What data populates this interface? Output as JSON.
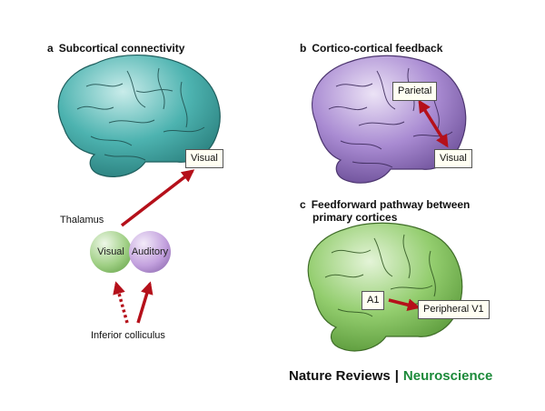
{
  "panels": {
    "a": {
      "letter": "a",
      "title": "Subcortical connectivity"
    },
    "b": {
      "letter": "b",
      "title": "Cortico-cortical feedback"
    },
    "c": {
      "letter": "c",
      "title_line1": "Feedforward pathway between",
      "title_line2": "primary cortices"
    }
  },
  "labels": {
    "visual_a": "Visual",
    "thalamus": "Thalamus",
    "thal_visual": "Visual",
    "thal_auditory": "Auditory",
    "inferior_colliculus": "Inferior colliculus",
    "parietal": "Parietal",
    "visual_b": "Visual",
    "a1": "A1",
    "peripheral_v1": "Peripheral V1"
  },
  "footer": {
    "journal": "Nature Reviews",
    "separator": "|",
    "subject": "Neuroscience"
  },
  "colors": {
    "brain_a": "#4db3b0",
    "brain_b": "#9a7cc6",
    "brain_c": "#8ec86a",
    "arrow": "#b5101a",
    "footer_accent": "#1c8a3a"
  }
}
